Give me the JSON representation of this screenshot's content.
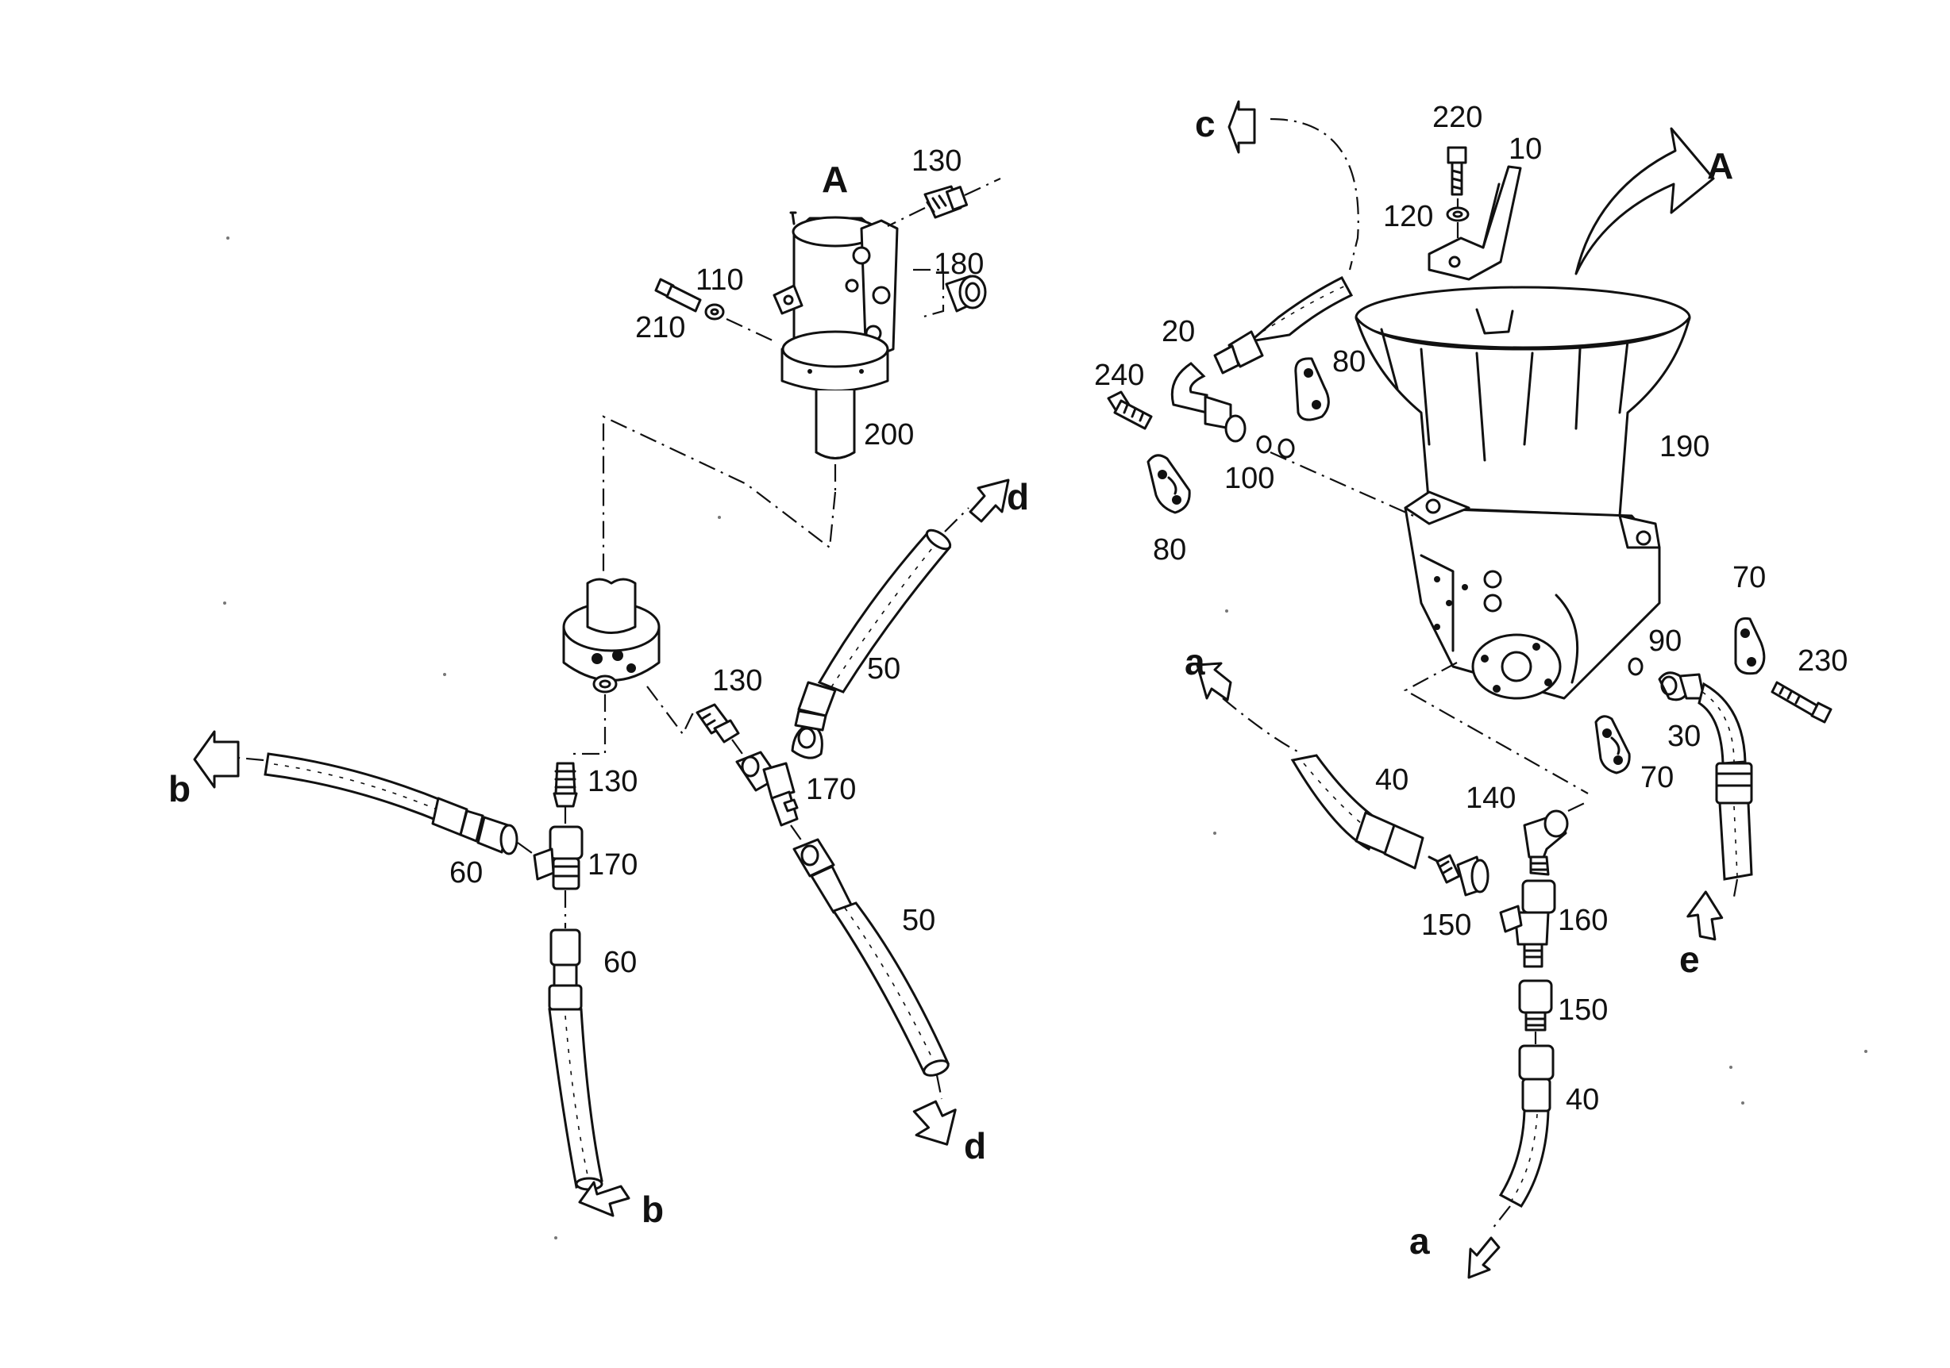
{
  "view_labels": {
    "left": "A",
    "right": "A"
  },
  "parts": {
    "p130_top": "130",
    "p180": "180",
    "p110": "110",
    "p210": "210",
    "p200": "200",
    "p130_mid": "130",
    "p130_left": "130",
    "p170_left": "170",
    "p170_mid": "170",
    "p60_a": "60",
    "p60_b": "60",
    "p50_a": "50",
    "p50_b": "50",
    "p220": "220",
    "p10": "10",
    "p120": "120",
    "p20": "20",
    "p240": "240",
    "p80_a": "80",
    "p80_b": "80",
    "p100": "100",
    "p190": "190",
    "p70_a": "70",
    "p70_b": "70",
    "p90": "90",
    "p230": "230",
    "p30": "30",
    "p40_a": "40",
    "p40_b": "40",
    "p140": "140",
    "p150_a": "150",
    "p150_b": "150",
    "p160": "160"
  },
  "connections": {
    "b_left": "b",
    "b_bottom": "b",
    "d_top": "d",
    "d_bottom": "d",
    "c_top": "c",
    "a_left": "a",
    "a_bottom": "a",
    "e_bottom": "e"
  }
}
